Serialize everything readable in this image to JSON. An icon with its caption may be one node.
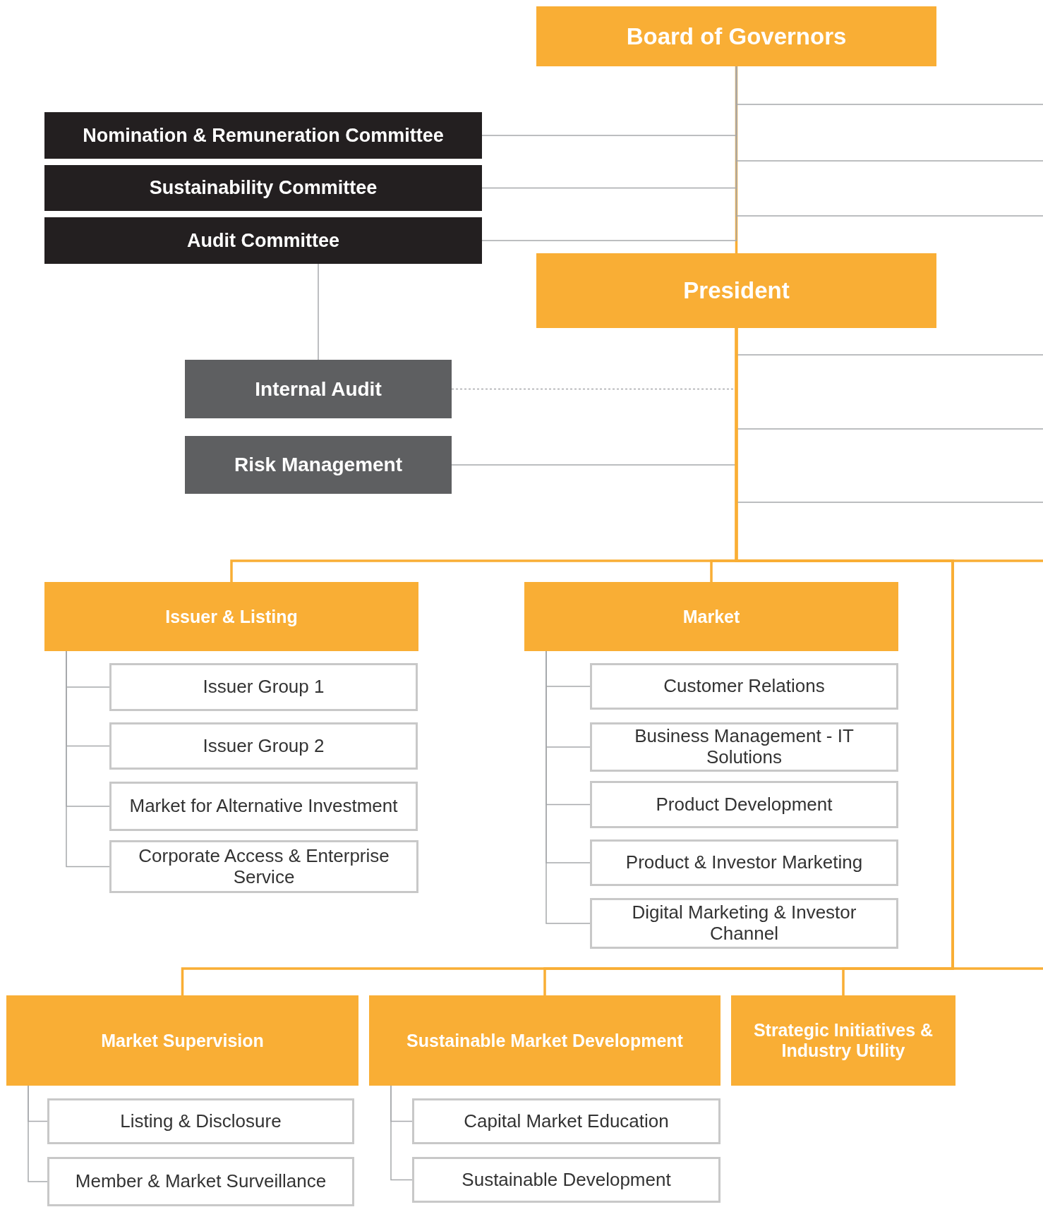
{
  "diagram": {
    "nodes": [
      {
        "text": [
          "Board of Governors"
        ]
      },
      {
        "text": [
          "Nomination & Remuneration Committee"
        ]
      },
      {
        "text": [
          "Sustainability Committee"
        ]
      },
      {
        "text": [
          "Audit Committee"
        ]
      },
      {
        "text": [
          "President"
        ]
      },
      {
        "text": [
          "Internal Audit"
        ]
      },
      {
        "text": [
          "Risk Management"
        ]
      },
      {
        "text": [
          "Issuer & Listing"
        ]
      },
      {
        "text": [
          "Issuer Group 1"
        ]
      },
      {
        "text": [
          "Issuer Group 2"
        ]
      },
      {
        "text": [
          "Market for Alternative Investment"
        ]
      },
      {
        "text": [
          "Corporate Access & Enterprise Service"
        ]
      },
      {
        "text": [
          "Market"
        ]
      },
      {
        "text": [
          "Customer Relations"
        ]
      },
      {
        "text": [
          "Business Management - IT Solutions"
        ]
      },
      {
        "text": [
          "Product Development"
        ]
      },
      {
        "text": [
          "Product & Investor Marketing"
        ]
      },
      {
        "text": [
          "Digital Marketing & Investor Channel"
        ]
      },
      {
        "text": [
          "Market Supervision"
        ]
      },
      {
        "text": [
          "Listing & Disclosure"
        ]
      },
      {
        "text": [
          "Member & Market Surveillance"
        ]
      },
      {
        "text": [
          "Sustainable Market Development"
        ]
      },
      {
        "text": [
          "Capital Market Education"
        ]
      },
      {
        "text": [
          "Sustainable Development"
        ]
      },
      {
        "text": [
          "Strategic Initiatives & Industry Utility"
        ]
      }
    ],
    "edges": [
      {
        "from": 0,
        "to": 4,
        "arrow": "none",
        "color": "#f9ae35"
      },
      {
        "from": 1,
        "to": 0,
        "arrow": "none"
      },
      {
        "from": 2,
        "to": 0,
        "arrow": "none"
      },
      {
        "from": 3,
        "to": 0,
        "arrow": "none"
      },
      {
        "from": 3,
        "to": 5,
        "arrow": "none"
      },
      {
        "from": 5,
        "to": 4,
        "arrow": "none",
        "style": "dashed"
      },
      {
        "from": 6,
        "to": 4,
        "arrow": "none"
      },
      {
        "from": 4,
        "to": 7,
        "arrow": "none",
        "color": "#f9ae35"
      },
      {
        "from": 4,
        "to": 12,
        "arrow": "none",
        "color": "#f9ae35"
      },
      {
        "from": 4,
        "to": 18,
        "arrow": "none",
        "color": "#f9ae35"
      },
      {
        "from": 4,
        "to": 21,
        "arrow": "none",
        "color": "#f9ae35"
      },
      {
        "from": 4,
        "to": 24,
        "arrow": "none",
        "color": "#f9ae35"
      },
      {
        "from": 7,
        "to": 8,
        "arrow": "none"
      },
      {
        "from": 7,
        "to": 9,
        "arrow": "none"
      },
      {
        "from": 7,
        "to": 10,
        "arrow": "none"
      },
      {
        "from": 7,
        "to": 11,
        "arrow": "none"
      },
      {
        "from": 12,
        "to": 13,
        "arrow": "none"
      },
      {
        "from": 12,
        "to": 14,
        "arrow": "none"
      },
      {
        "from": 12,
        "to": 15,
        "arrow": "none"
      },
      {
        "from": 12,
        "to": 16,
        "arrow": "none"
      },
      {
        "from": 12,
        "to": 17,
        "arrow": "none"
      },
      {
        "from": 18,
        "to": 19,
        "arrow": "none"
      },
      {
        "from": 18,
        "to": 20,
        "arrow": "none"
      },
      {
        "from": 21,
        "to": 22,
        "arrow": "none"
      },
      {
        "from": 21,
        "to": 23,
        "arrow": "none"
      },
      {
        "from": 0,
        "to": null,
        "arrow": "none"
      },
      {
        "from": 0,
        "to": null,
        "arrow": "none"
      },
      {
        "from": 0,
        "to": null,
        "arrow": "none"
      },
      {
        "from": 4,
        "to": null,
        "arrow": "none"
      },
      {
        "from": 4,
        "to": null,
        "arrow": "none"
      },
      {
        "from": 4,
        "to": null,
        "arrow": "none"
      },
      {
        "from": 4,
        "to": null,
        "arrow": "none",
        "color": "#f9ae35"
      },
      {
        "from": 4,
        "to": null,
        "arrow": "none",
        "color": "#f9ae35"
      }
    ]
  }
}
